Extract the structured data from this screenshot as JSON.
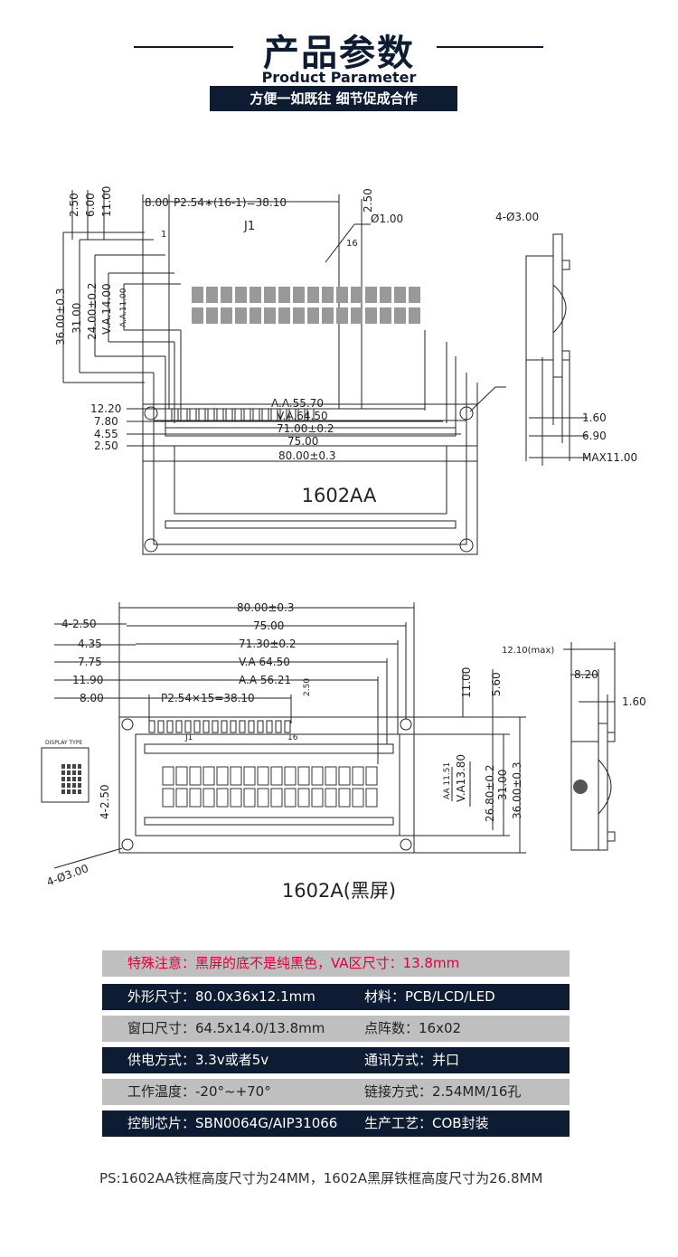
{
  "header": {
    "title": "产品参数",
    "subtitle": "Product Parameter",
    "slogan": "方便一如既往  细节促成合作"
  },
  "drawing_1602AA": {
    "caption": "1602AA",
    "dims": {
      "pitch": "P2.54∗(16-1)=38.10",
      "d8": "8.00",
      "t250": "2.50",
      "t600": "6.00",
      "t1100": "11.00",
      "top250": "2.50",
      "hole": "Ø1.00",
      "mount": "4-Ø3.00",
      "j1": "J1",
      "pin1": "1",
      "pin16": "16",
      "h36": "36.00±0.3",
      "h31": "31.00",
      "h24": "24.00±0.2",
      "va14": "V.A.14.00",
      "aa11": "A.A.11.00",
      "l1220": "12.20",
      "l780": "7.80",
      "l455": "4.55",
      "l250": "2.50",
      "aa557": "A.A.55.70",
      "va645": "V.A.64.50",
      "w71": "71.00±0.2",
      "w75": "75.00",
      "w80": "80.00±0.3",
      "s160": "1.60",
      "s690": "6.90",
      "smax": "MAX11.00"
    }
  },
  "drawing_1602A": {
    "caption": "1602A(黑屏)",
    "dims": {
      "w80": "80.00±0.3",
      "w75": "75.00",
      "w713": "71.30±0.2",
      "va645": "V.A  64.50",
      "aa5621": "A.A  56.21",
      "pitch": "P2.54×15=38.10",
      "l4250": "4-2.50",
      "l435": "4.35",
      "l775": "7.75",
      "l1190": "11.90",
      "l800": "8.00",
      "t250": "2.50",
      "j1": "J1",
      "pin16": "16",
      "h11": "11.00",
      "h560": "5.60",
      "aa1151": "AA 11.51",
      "va138": "V.A13.80",
      "h268": "26.80±0.2",
      "h31": "31.00",
      "h36": "36.00±0.3",
      "side4250": "4-2.50",
      "mount": "4-Ø3.00",
      "s1210": "12.10(max)",
      "s820": "8.20",
      "s160": "1.60",
      "display_type": "DISPLAY TYPE"
    }
  },
  "spec_table": {
    "note": "特殊注意：黑屏的底不是纯黑色，VA区尺寸：13.8mm",
    "rows": [
      {
        "left": "外形尺寸：80.0x36x12.1mm",
        "right": "材料：PCB/LCD/LED"
      },
      {
        "left": "窗口尺寸：64.5x14.0/13.8mm",
        "right": "点阵数：16x02"
      },
      {
        "left": "供电方式：3.3v或者5v",
        "right": "通讯方式：并口"
      },
      {
        "left": "工作温度：-20°~+70°",
        "right": "链接方式：2.54MM/16孔"
      },
      {
        "left": "控制芯片：SBN0064G/AIP31066",
        "right": "生产工艺：COB封装"
      }
    ]
  },
  "footnote": "PS:1602AA铁框高度尺寸为24MM，1602A黑屏铁框高度尺寸为26.8MM",
  "colors": {
    "navy": "#0d1b33",
    "gray": "#bfbfbf",
    "note_red": "#e0003c"
  }
}
